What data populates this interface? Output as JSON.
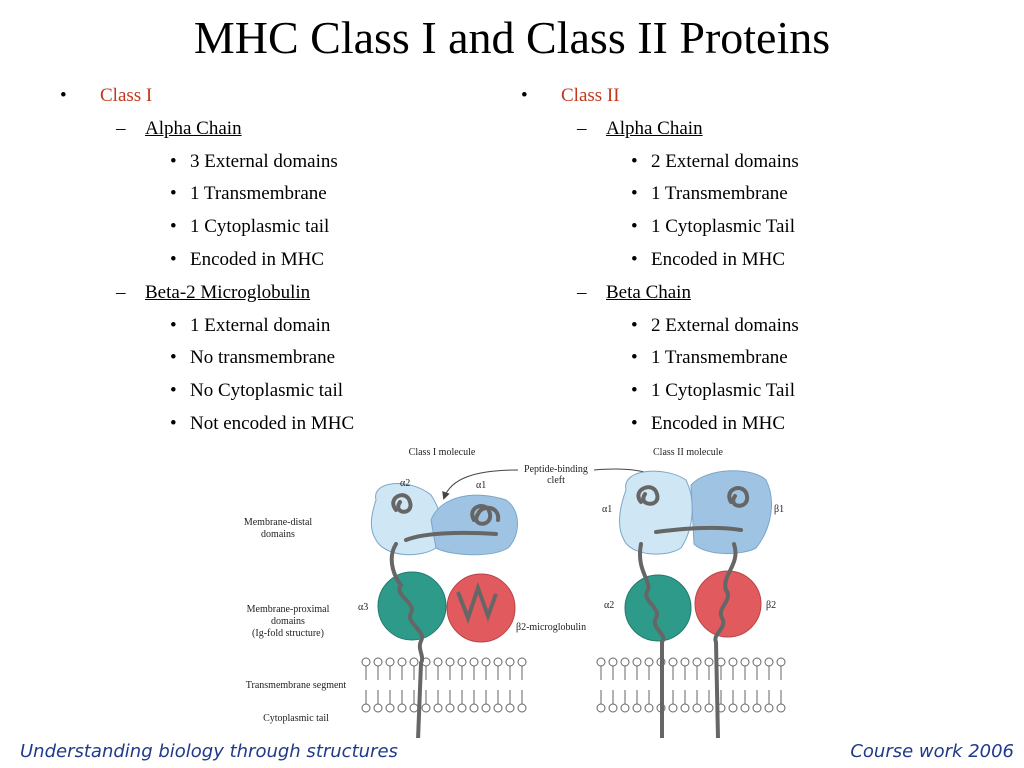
{
  "slide": {
    "title": "MHC Class I and Class II Proteins",
    "bullet_char": "•",
    "dash_char": "–",
    "class1": {
      "heading": "Class I",
      "alpha": {
        "label": "Alpha Chain",
        "items": [
          "3 External domains",
          "1 Transmembrane",
          "1 Cytoplasmic tail",
          "Encoded in MHC"
        ]
      },
      "beta": {
        "label": "Beta-2 Microglobulin",
        "items": [
          "1 External domain",
          "No transmembrane",
          "No Cytoplasmic tail",
          "Not encoded in MHC"
        ]
      }
    },
    "class2": {
      "heading": "Class II",
      "alpha": {
        "label": "Alpha Chain",
        "items": [
          "2 External domains",
          "1 Transmembrane",
          "1 Cytoplasmic Tail",
          "Encoded in MHC"
        ]
      },
      "beta": {
        "label": "Beta Chain",
        "items": [
          "2 External domains",
          "1 Transmembrane",
          "1 Cytoplasmic Tail",
          "Encoded in MHC"
        ]
      }
    },
    "footer_left": "Understanding biology through structures",
    "footer_right": "Course work 2006"
  },
  "diagram": {
    "class1_title": "Class I molecule",
    "class2_title": "Class II molecule",
    "cleft_line1": "Peptide-binding",
    "cleft_line2": "cleft",
    "distal_line1": "Membrane-distal",
    "distal_line2": "domains",
    "proximal_line1": "Membrane-proximal",
    "proximal_line2": "domains",
    "proximal_line3": "(Ig-fold structure)",
    "transmembrane": "Transmembrane segment",
    "cytoplasmic": "Cytoplasmic tail",
    "label_a2_top": "α2",
    "label_a1_top": "α1",
    "label_a3": "α3",
    "label_b2m": "β2-microglobulin",
    "label_c2_a1": "α1",
    "label_c2_b1": "β1",
    "label_c2_a2": "α2",
    "label_c2_b2": "β2",
    "colors": {
      "light_blue": "#cfe6f5",
      "mid_blue": "#9fc4e3",
      "teal": "#2e9a8a",
      "red": "#e05a5e",
      "chain": "#555555"
    }
  }
}
